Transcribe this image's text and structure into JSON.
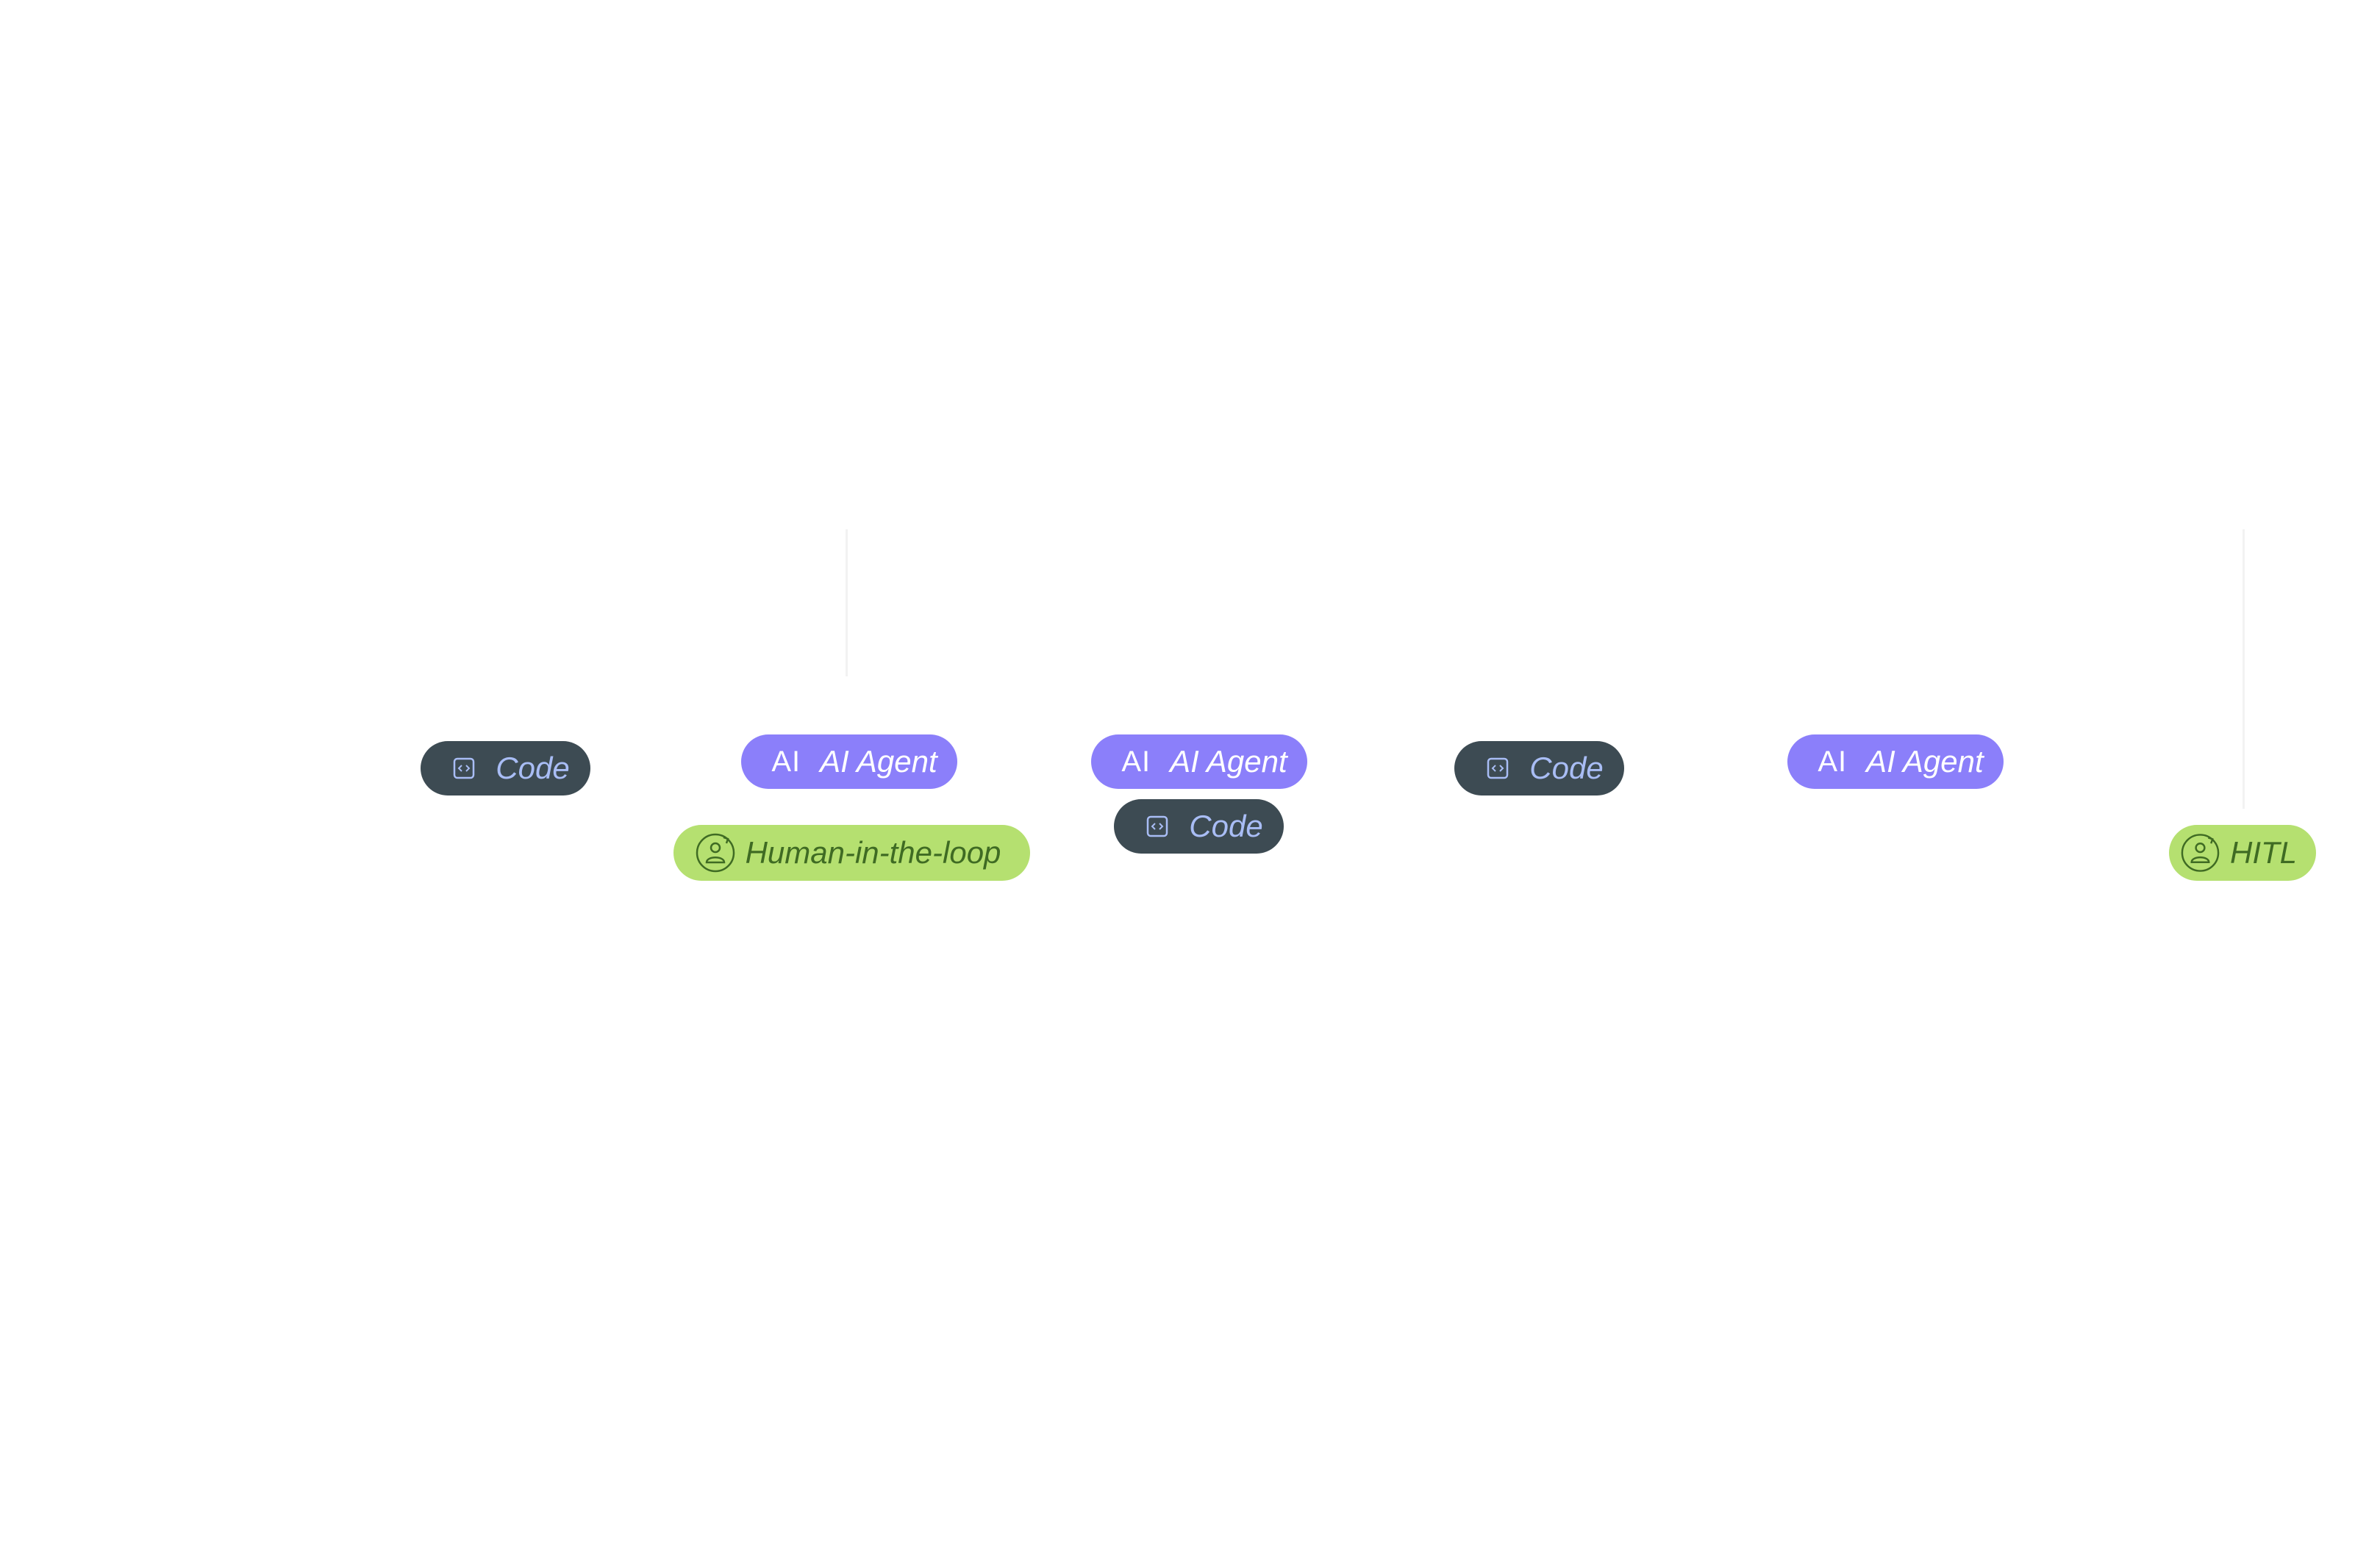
{
  "canvas": {
    "background": "#ffffff"
  },
  "colors": {
    "code_bg": "#3d4b53",
    "code_text": "#a9bdf5",
    "agent_bg": "#8b7ffa",
    "agent_text": "#ffffff",
    "human_bg": "#b5e070",
    "human_text": "#3f6b23"
  },
  "nodes": {
    "code_1": {
      "label": "Code",
      "icon": "code-icon"
    },
    "agent_1": {
      "prefix": "AI",
      "label": "AI Agent"
    },
    "human_1": {
      "label": "Human-in-the-loop",
      "icon": "human-loop-icon"
    },
    "agent_2": {
      "prefix": "AI",
      "label": "AI Agent"
    },
    "code_2": {
      "label": "Code",
      "icon": "code-icon"
    },
    "code_3": {
      "label": "Code",
      "icon": "code-icon"
    },
    "agent_3": {
      "prefix": "AI",
      "label": "AI Agent"
    },
    "hitl_1": {
      "label": "HITL",
      "icon": "human-loop-icon"
    }
  }
}
